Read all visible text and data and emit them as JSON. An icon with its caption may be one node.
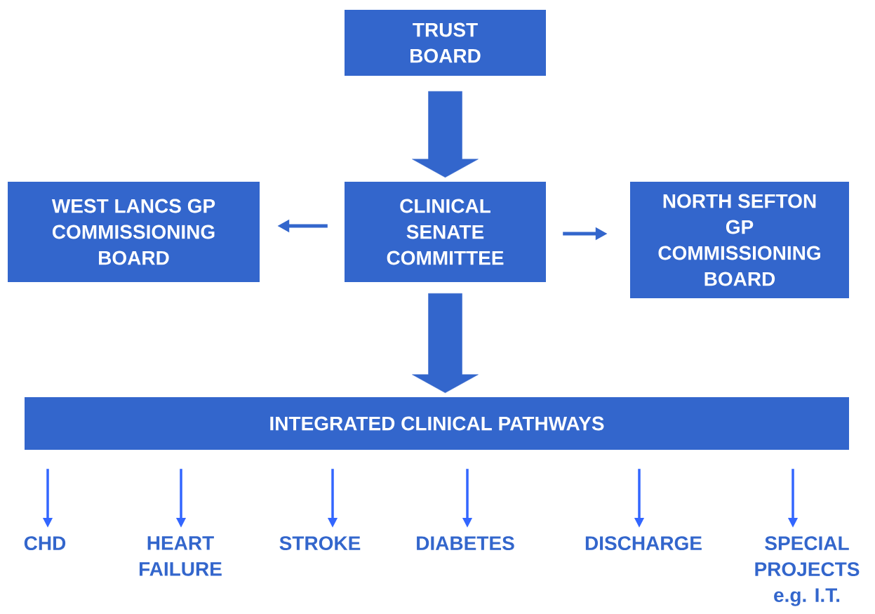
{
  "diagram": {
    "nodes": [
      {
        "text": [
          "TRUST BOARD"
        ]
      },
      {
        "text": [
          "WEST LANCS GP COMMISSIONING BOARD"
        ]
      },
      {
        "text": [
          "CLINICAL SENATE COMMITTEE"
        ]
      },
      {
        "text": [
          "NORTH SEFTON GP COMMISSIONING BOARD"
        ]
      },
      {
        "text": [
          "INTEGRATED CLINICAL PATHWAYS"
        ]
      },
      {
        "text": [
          "CHD"
        ]
      },
      {
        "text": [
          "HEART FAILURE"
        ]
      },
      {
        "text": [
          "STROKE"
        ]
      },
      {
        "text": [
          "DIABETES"
        ]
      },
      {
        "text": [
          "DISCHARGE"
        ]
      },
      {
        "text": [
          "SPECIAL PROJECTS e.g. I.T."
        ]
      }
    ],
    "edges": [
      {
        "from": 0,
        "to": 2,
        "arrow": "to",
        "style": "thick",
        "color": "#3366cc"
      },
      {
        "from": 2,
        "to": 1,
        "arrow": "to",
        "color": "#3366cc"
      },
      {
        "from": 2,
        "to": 3,
        "arrow": "to",
        "color": "#3366cc"
      },
      {
        "from": 2,
        "to": 4,
        "arrow": "to",
        "style": "thick",
        "color": "#3366cc"
      },
      {
        "from": 4,
        "to": 5,
        "arrow": "to"
      },
      {
        "from": 4,
        "to": 6,
        "arrow": "to"
      },
      {
        "from": 4,
        "to": 7,
        "arrow": "to"
      },
      {
        "from": 4,
        "to": 8,
        "arrow": "to"
      },
      {
        "from": 4,
        "to": 9,
        "arrow": "to"
      },
      {
        "from": 4,
        "to": 10,
        "arrow": "to"
      }
    ]
  }
}
